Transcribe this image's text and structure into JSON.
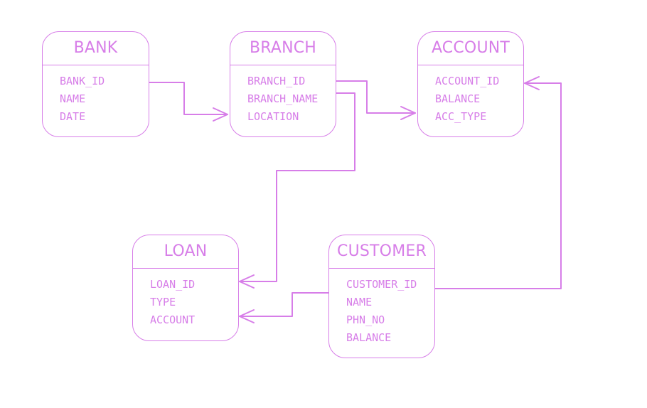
{
  "entities": {
    "bank": {
      "title": "BANK",
      "attrs": [
        "BANK_ID",
        "NAME",
        "DATE"
      ]
    },
    "branch": {
      "title": "BRANCH",
      "attrs": [
        "BRANCH_ID",
        "BRANCH_NAME",
        "LOCATION"
      ]
    },
    "account": {
      "title": "ACCOUNT",
      "attrs": [
        "ACCOUNT_ID",
        "BALANCE",
        "ACC_TYPE"
      ]
    },
    "loan": {
      "title": "LOAN",
      "attrs": [
        "LOAN_ID",
        "TYPE",
        "ACCOUNT"
      ]
    },
    "customer": {
      "title": "CUSTOMER",
      "attrs": [
        "CUSTOMER_ID",
        "NAME",
        "PHN_NO",
        "BALANCE"
      ]
    }
  },
  "relationships": [
    {
      "from": "bank",
      "to": "branch"
    },
    {
      "from": "branch",
      "to": "account"
    },
    {
      "from": "branch",
      "to": "loan"
    },
    {
      "from": "customer",
      "to": "loan"
    },
    {
      "from": "customer",
      "to": "account"
    }
  ],
  "colors": {
    "stroke": "#d77ee8",
    "background": "#ffffff"
  }
}
